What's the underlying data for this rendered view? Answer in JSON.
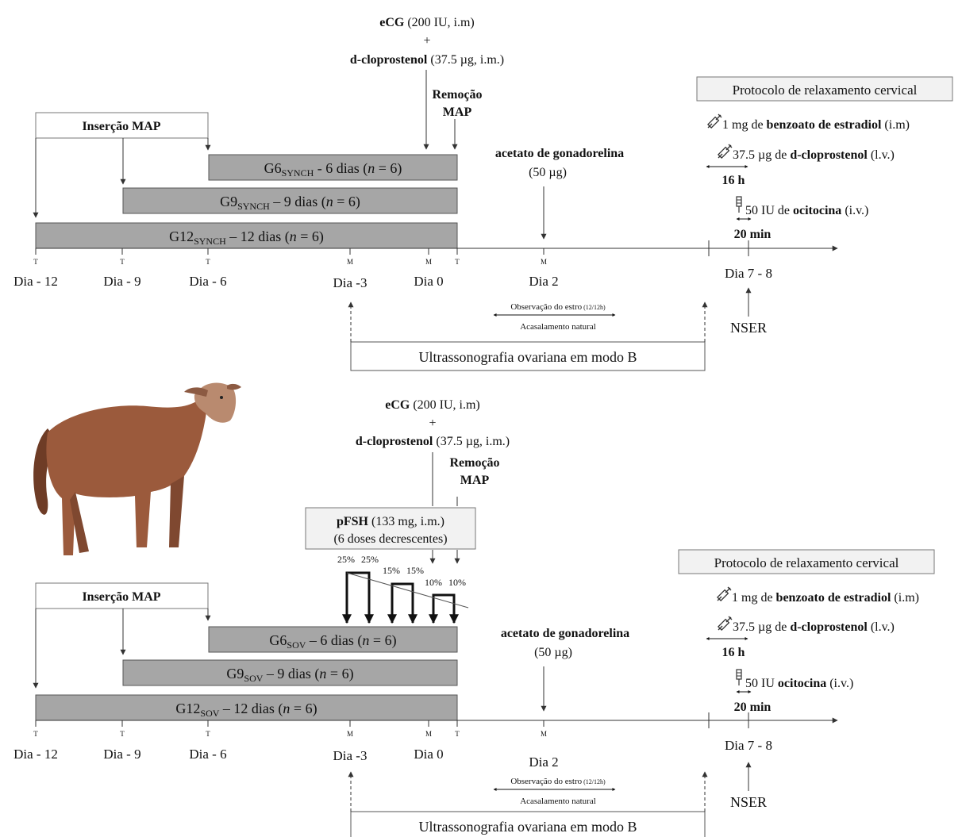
{
  "panels": [
    {
      "id": "synch",
      "ecg_bold": "eCG",
      "ecg_rest": "(200 IU, i.m)",
      "plus": "+",
      "clop_bold": "d-cloprostenol",
      "clop_rest": "(37.5 µg, i.m.)",
      "removal": [
        "Remoção",
        "MAP"
      ],
      "insertion": "Inserção MAP",
      "bars": [
        {
          "base": "G6",
          "sub": "SYNCH",
          "mid": " - 6 dias (",
          "n": "n",
          "tail": " = 6)"
        },
        {
          "base": "G9",
          "sub": "SYNCH",
          "mid": " – 9 dias (",
          "n": "n",
          "tail": " = 6)"
        },
        {
          "base": "G12",
          "sub": "SYNCH",
          "mid": " – 12 dias (",
          "n": "n",
          "tail": " = 6)"
        }
      ],
      "gonad_bold": "acetato de gonadorelina",
      "gonad_dose": "(50 µg)",
      "ticks": [
        "T",
        "T",
        "T",
        "M",
        "M",
        "T",
        "M"
      ],
      "days": [
        "Dia - 12",
        "Dia - 9",
        "Dia - 6",
        "Dia -3",
        "Dia 0",
        "Dia 2",
        "Dia 7 - 8"
      ],
      "estrus": "Observação do estro",
      "estrus_interval": "(12/12h)",
      "mating": "Acasalamento natural",
      "ultrasound": "Ultrassonografia ovariana em modo B",
      "nser": "NSER",
      "protocol_title": "Protocolo de relaxamento cervical",
      "protocol_lines": [
        {
          "a": "1 mg de ",
          "b": "benzoato de estradiol",
          "c": " (i.m)"
        },
        {
          "a": "37.5 µg de ",
          "b": "d-cloprostenol",
          "c": " (l.v.)"
        },
        {
          "a": "50 IU de ",
          "b": "ocitocina",
          "c": " (i.v.)"
        }
      ],
      "interval_1": "16 h",
      "interval_2": "20 min"
    },
    {
      "id": "sov",
      "ecg_bold": "eCG",
      "ecg_rest": "(200 IU, i.m)",
      "plus": "+",
      "clop_bold": "d-cloprostenol",
      "clop_rest": "(37.5 µg, i.m.)",
      "removal": [
        "Remoção",
        "MAP"
      ],
      "insertion": "Inserção MAP",
      "pfsh_bold": "pFSH",
      "pfsh_rest": " (133 mg, i.m.)",
      "pfsh_line2": "(6 doses decrescentes)",
      "pfsh_doses": [
        "25%",
        "25%",
        "15%",
        "15%",
        "10%",
        "10%"
      ],
      "bars": [
        {
          "base": "G6",
          "sub": "SOV",
          "mid": " – 6 dias (",
          "n": "n",
          "tail": " = 6)"
        },
        {
          "base": "G9",
          "sub": "SOV",
          "mid": " – 9 dias (",
          "n": "n",
          "tail": " = 6)"
        },
        {
          "base": "G12",
          "sub": "SOV",
          "mid": " – 12 dias (",
          "n": "n",
          "tail": " = 6)"
        }
      ],
      "gonad_bold": "acetato de gonadorelina",
      "gonad_dose": "(50 µg)",
      "ticks": [
        "T",
        "T",
        "T",
        "M",
        "M",
        "T",
        "M"
      ],
      "days": [
        "Dia - 12",
        "Dia - 9",
        "Dia - 6",
        "Dia -3",
        "Dia 0",
        "Dia 2",
        "Dia 7 - 8"
      ],
      "estrus": "Observação do estro",
      "estrus_interval": "(12/12h)",
      "mating": "Acasalamento natural",
      "ultrasound": "Ultrassonografia ovariana em modo B",
      "nser": "NSER",
      "protocol_title": "Protocolo de relaxamento cervical",
      "protocol_lines": [
        {
          "a": "1 mg de ",
          "b": "benzoato de estradiol",
          "c": " (i.m)"
        },
        {
          "a": "37.5 µg de ",
          "b": "d-cloprostenol",
          "c": " (l.v.)"
        },
        {
          "a": "50 IU ",
          "b": "ocitocina",
          "c": " (i.v.)"
        }
      ],
      "interval_1": "16 h",
      "interval_2": "20 min"
    }
  ],
  "colors": {
    "bar_fill": "#a6a6a6",
    "box_fill": "#f2f2f2",
    "line": "#333333",
    "sheep_body": "#9b5a3c",
    "sheep_dark": "#6e3c26"
  },
  "icons": [
    "syringe-icon",
    "syringe-icon",
    "iv-drip-icon",
    "sheep-illustration"
  ]
}
